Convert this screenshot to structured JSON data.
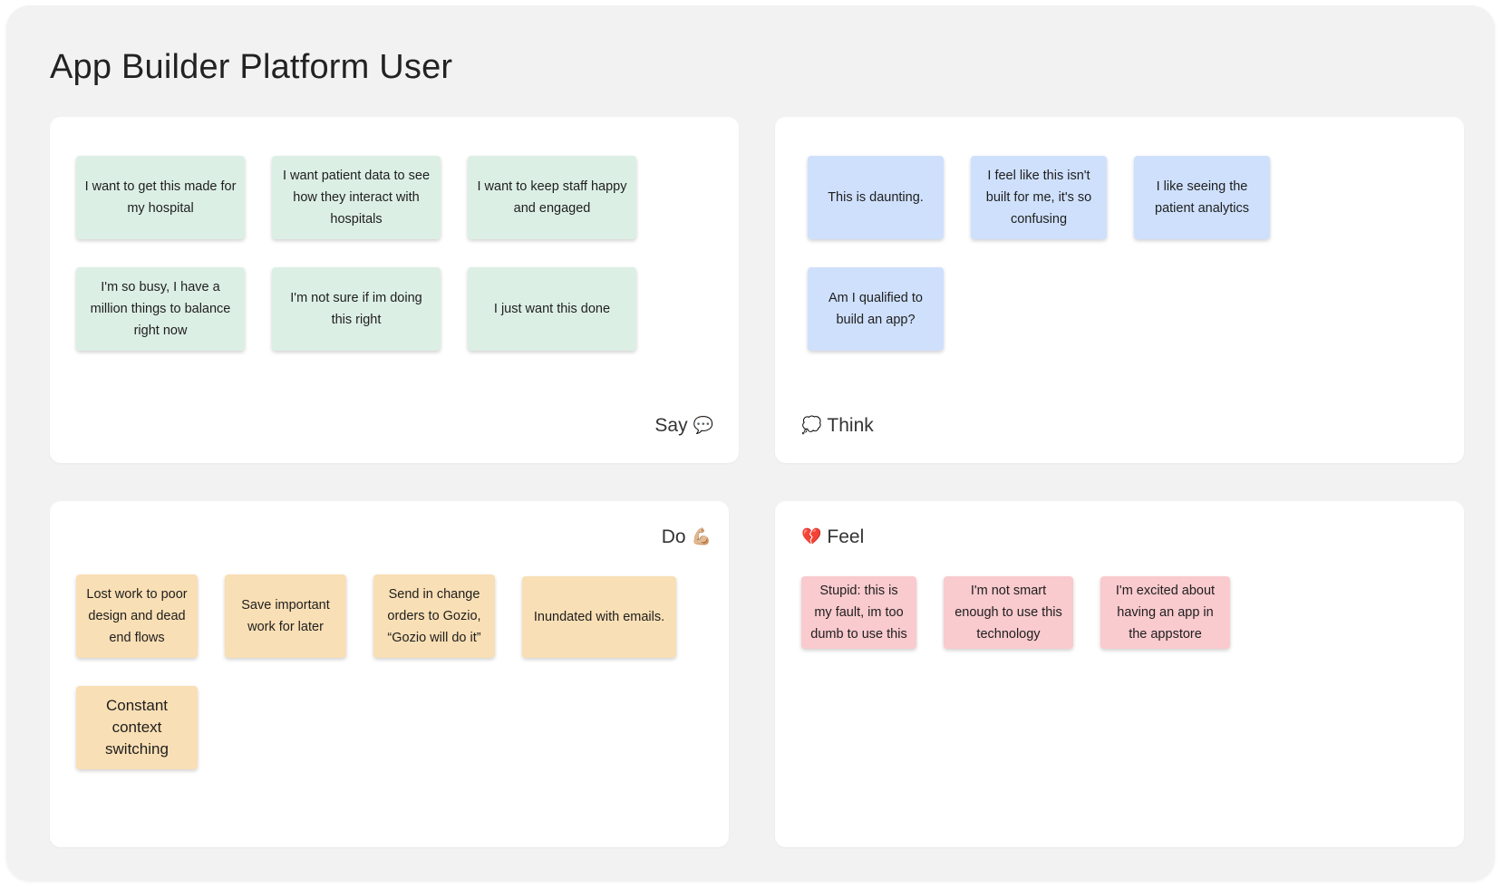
{
  "board": {
    "title": "App Builder Platform User"
  },
  "say": {
    "label": "Say",
    "emoji": "💬",
    "notes": [
      "I want to get this made for my hospital",
      "I want patient data to see how they interact with hospitals",
      "I want to keep staff happy and engaged",
      "I'm so busy, I have a million things to balance right now",
      "I'm not sure if im doing this right",
      "I just want this done"
    ]
  },
  "think": {
    "label": "Think",
    "emoji": "💭",
    "notes": [
      "This is daunting.",
      "I feel like this isn't built for me, it's so confusing",
      "I like seeing the patient analytics",
      "Am I qualified to build an app?"
    ]
  },
  "do": {
    "label": "Do",
    "emoji": "💪🏼",
    "notes": [
      "Lost work to poor design and dead end flows",
      "Save important work for later",
      "Send in change orders to Gozio, “Gozio will do it”",
      "Inundated with emails.",
      "Constant context switching"
    ]
  },
  "feel": {
    "label": "Feel",
    "emoji": "💔",
    "notes": [
      "Stupid: this is my fault, im too dumb to use this",
      "I'm not smart enough to use this technology",
      "I'm excited about having an app in the appstore"
    ]
  },
  "colors": {
    "say_note": "#dcefe5",
    "think_note": "#cfe0fc",
    "do_note": "#f9dfb5",
    "feel_note": "#f9cace"
  }
}
